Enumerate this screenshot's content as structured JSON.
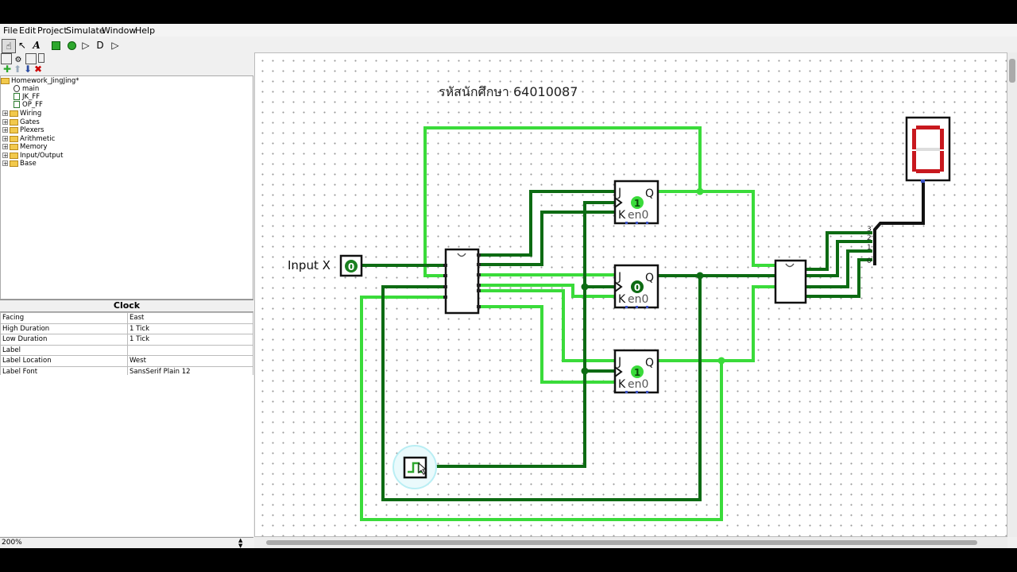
{
  "menu": [
    "File",
    "Edit",
    "Project",
    "Simulate",
    "Window",
    "Help"
  ],
  "tree": {
    "project": "Homework_JingJing*",
    "circuits": [
      "main",
      "JK_FF",
      "OP_FF"
    ],
    "libraries": [
      "Wiring",
      "Gates",
      "Plexers",
      "Arithmetic",
      "Memory",
      "Input/Output",
      "Base"
    ]
  },
  "attributes": {
    "title": "Clock",
    "rows": [
      {
        "name": "Facing",
        "value": "East"
      },
      {
        "name": "High Duration",
        "value": "1 Tick"
      },
      {
        "name": "Low Duration",
        "value": "1 Tick"
      },
      {
        "name": "Label",
        "value": ""
      },
      {
        "name": "Label Location",
        "value": "West"
      },
      {
        "name": "Label Font",
        "value": "SansSerif Plain 12"
      }
    ]
  },
  "zoom": "200%",
  "circuit": {
    "title": "รหัสนักศึกษา 64010087",
    "input_label": "Input X",
    "input_value": "0",
    "flipflops": [
      {
        "j": "J",
        "q": "Q",
        "k": "K",
        "state": "1",
        "en": "en0"
      },
      {
        "j": "J",
        "q": "Q",
        "k": "K",
        "state": "0",
        "en": "en0"
      },
      {
        "j": "J",
        "q": "Q",
        "k": "K",
        "state": "1",
        "en": "en0"
      }
    ],
    "splitter_bits": [
      "3",
      "2",
      "1",
      "0"
    ]
  },
  "colors": {
    "wire_on": "#3adb3a",
    "wire_off": "#0d6b13",
    "display_red": "#c8181e",
    "pin_green": "#1a7f1f"
  }
}
